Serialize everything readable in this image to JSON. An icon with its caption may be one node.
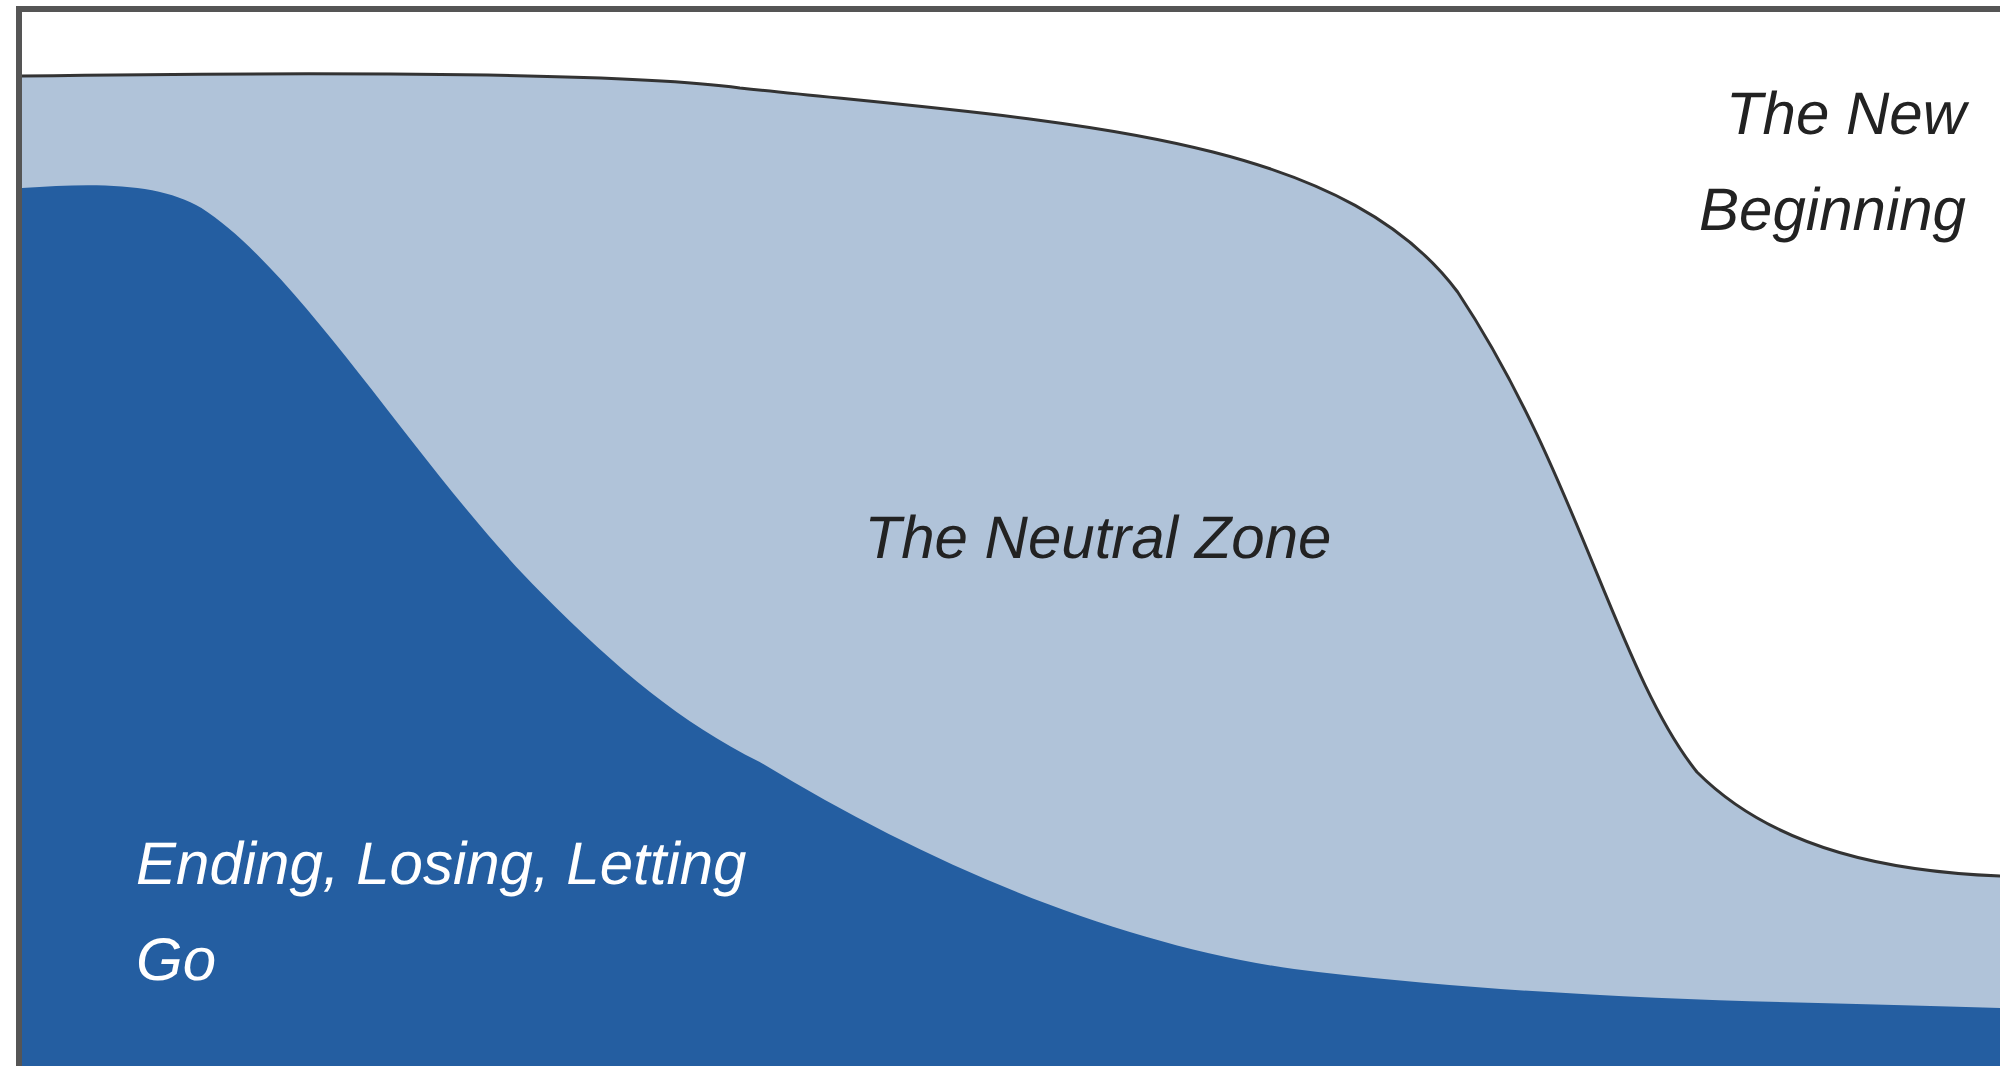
{
  "diagram": {
    "nodes": [
      {
        "text": [
          "The New Beginning"
        ]
      },
      {
        "text": [
          "The Neutral Zone"
        ]
      },
      {
        "text": [
          "Ending, Losing, Letting Go"
        ]
      }
    ]
  }
}
